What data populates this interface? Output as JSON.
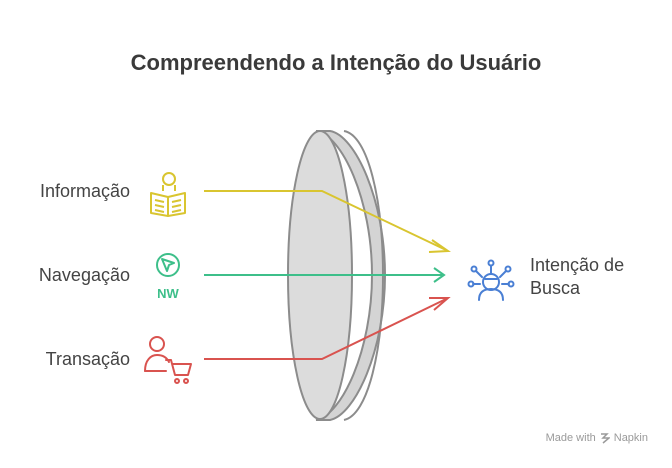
{
  "title": "Compreendendo a Intenção do Usuário",
  "sources": [
    {
      "label": "Informação",
      "icon": "newspaper-reader-icon",
      "color": "#d9c530"
    },
    {
      "label": "Navegação",
      "icon": "compass-nw-icon",
      "color": "#3dbf8a"
    },
    {
      "label": "Transação",
      "icon": "person-cart-icon",
      "color": "#d9534f"
    }
  ],
  "target": {
    "line1": "Intenção de",
    "line2": "Busca",
    "icon": "search-person-network-icon",
    "color": "#4a7fd4"
  },
  "lens": {
    "icon": "lens-icon"
  },
  "credit": {
    "text": "Made with",
    "brand": "Napkin"
  }
}
